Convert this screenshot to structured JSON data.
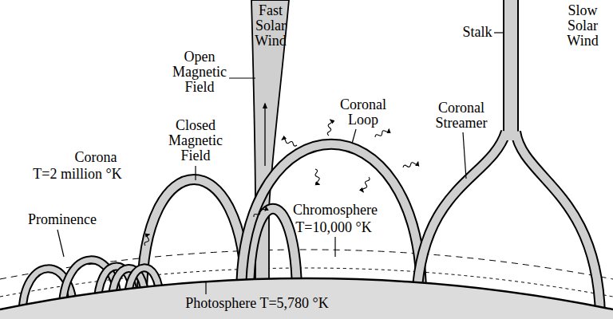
{
  "diagram": {
    "labels": [
      "Fast Solar Wind",
      "Slow Solar Wind",
      "Stalk",
      "Open Magnetic Field",
      "Coronal Loop",
      "Coronal Streamer",
      "Closed Magnetic Field",
      "Corona",
      "T=2 million °K",
      "Prominence",
      "Chromosphere",
      "T=10,000 °K",
      "Photosphere T=5,780 °K"
    ]
  }
}
